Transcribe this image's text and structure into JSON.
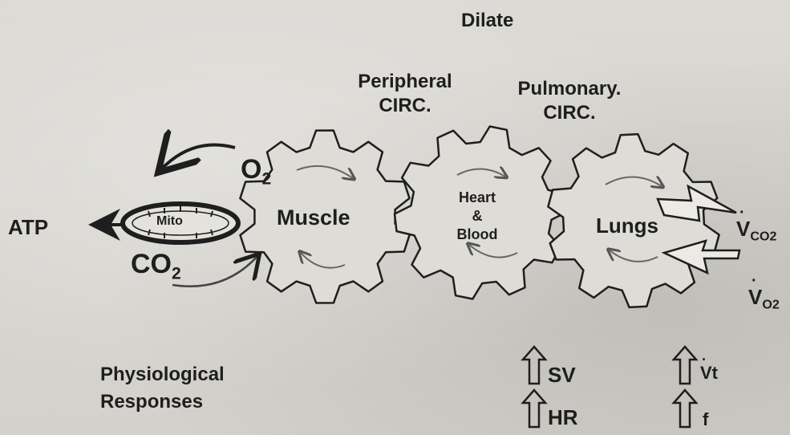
{
  "labels": {
    "dilate": "Dilate",
    "peripheral_line1": "Peripheral",
    "peripheral_line2": "CIRC.",
    "pulmonary_line1": "Pulmonary.",
    "pulmonary_line2": "CIRC.",
    "atp": "ATP",
    "o2": "O",
    "o2_sub": "2",
    "co2": "CO",
    "co2_sub": "2",
    "mito": "Mito",
    "muscle": "Muscle",
    "heart_line1": "Heart",
    "heart_line2": "&",
    "heart_line3": "Blood",
    "lungs": "Lungs",
    "vco2": "V",
    "vco2_sub": "CO2",
    "vo2": "V",
    "vo2_sub": "O2",
    "physiological": "Physiological",
    "responses": "Responses",
    "sv": "SV",
    "hr": "HR",
    "vt": "Vt",
    "f": "f"
  },
  "gears": [
    {
      "id": "muscle-gear",
      "label": "Muscle"
    },
    {
      "id": "heart-gear",
      "label": "Heart & Blood"
    },
    {
      "id": "lungs-gear",
      "label": "Lungs"
    }
  ],
  "icons": [
    "up-arrow-icon",
    "gear-icon",
    "curved-arrow-icon",
    "double-arrow-icon"
  ],
  "colors": {
    "ink": "#1e1e1e",
    "gear_fill": "#dedcd7",
    "paper": "#d6d4cf"
  }
}
